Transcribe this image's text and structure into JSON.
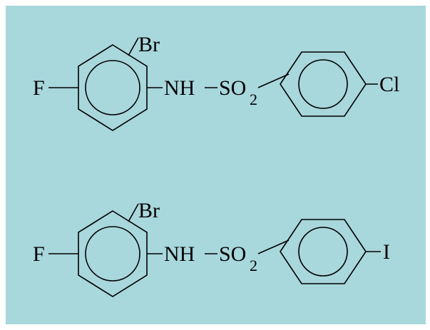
{
  "molecules": [
    {
      "substituent_left": "F",
      "ortho_substituent": "Br",
      "linker_nh": "NH",
      "linker_so": "SO",
      "linker_sub": "2",
      "substituent_right": "Cl"
    },
    {
      "substituent_left": "F",
      "ortho_substituent": "Br",
      "linker_nh": "NH",
      "linker_so": "SO",
      "linker_sub": "2",
      "substituent_right": "I"
    }
  ],
  "colors": {
    "background": "#a8d7dc",
    "line": "#000000"
  }
}
